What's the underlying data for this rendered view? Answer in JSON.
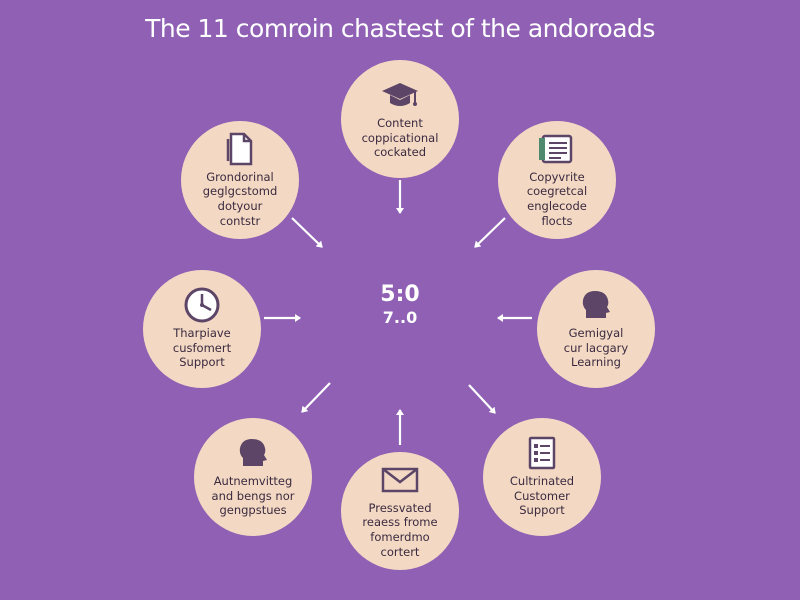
{
  "title": "The 11 comroin chastest of the andoroads",
  "center": {
    "value_top": "5:0",
    "value_bottom": "7..0"
  },
  "nodes": [
    {
      "icon": "graduation-cap-icon",
      "lines": [
        "Content",
        "coppicational",
        "cockated"
      ]
    },
    {
      "icon": "notebook-icon",
      "lines": [
        "Copyvrite",
        "coegretcal",
        "englecode",
        "flocts"
      ]
    },
    {
      "icon": "head-profile-icon",
      "lines": [
        "Gemigyal",
        "cur lacgary",
        "Learning"
      ]
    },
    {
      "icon": "checklist-document-icon",
      "lines": [
        "Cultrinated",
        "Customer",
        "Support"
      ]
    },
    {
      "icon": "envelope-icon",
      "lines": [
        "Pressvated",
        "reaess frome",
        "fomerdmo",
        "cortert"
      ]
    },
    {
      "icon": "head-profile-icon",
      "lines": [
        "Autnemvitteg",
        "and bengs nor",
        "gengpstues"
      ]
    },
    {
      "icon": "clock-icon",
      "lines": [
        "Tharpiave",
        "cusfomert",
        "Support"
      ]
    },
    {
      "icon": "document-icon",
      "lines": [
        "Grondorinal",
        "geglgcstomd",
        "dotyour",
        "contstr"
      ]
    }
  ],
  "colors": {
    "background": "#8f60b3",
    "node_fill": "#f3d9c4",
    "icon": "#5c4566",
    "text": "#3b2a3f",
    "arrow": "#ffffff"
  }
}
